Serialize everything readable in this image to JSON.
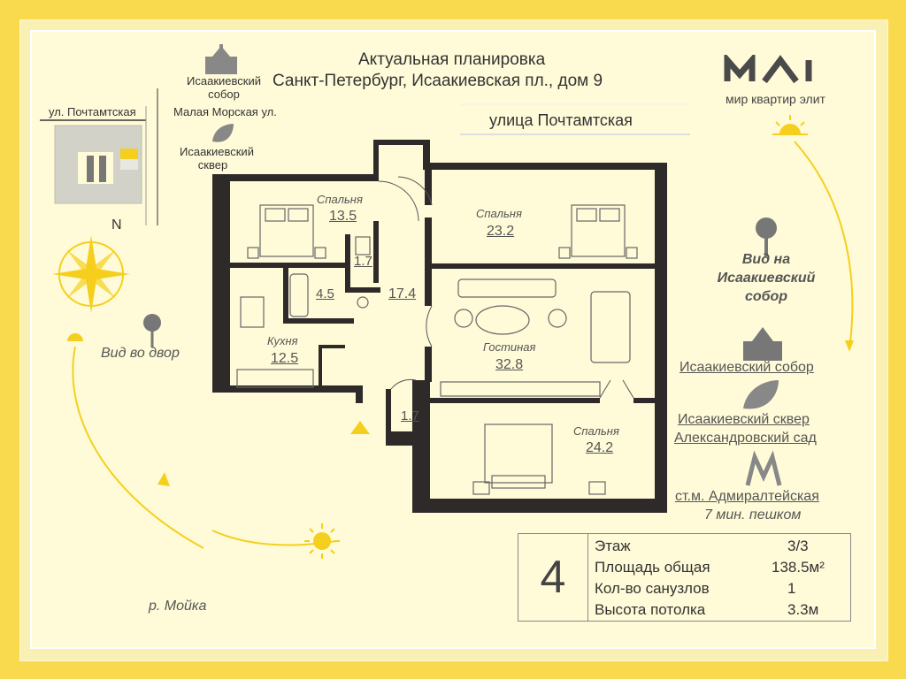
{
  "title": {
    "line1": "Актуальная планировка",
    "line2": "Санкт-Петербург, Исаакиевская пл., дом 9"
  },
  "brand": {
    "name": "мир квартир элит"
  },
  "street_label": "улица Почтамтская",
  "location_map": {
    "street_top": "ул. Почтамтская",
    "landmark_1": "Исаакиевский собор",
    "street_side": "Малая Морская ул.",
    "landmark_2": "Исаакиевский сквер",
    "north": "N"
  },
  "views": {
    "courtyard": "Вид во двор",
    "cathedral": "Вид на Исаакиевский собор",
    "river": "р. Мойка"
  },
  "rooms": [
    {
      "name": "Спальня",
      "area": "13.5"
    },
    {
      "name": "Спальня",
      "area": "23.2"
    },
    {
      "name": "",
      "area": "1.7"
    },
    {
      "name": "",
      "area": "4.5"
    },
    {
      "name": "",
      "area": "17.4"
    },
    {
      "name": "Кухня",
      "area": "12.5"
    },
    {
      "name": "Гостиная",
      "area": "32.8"
    },
    {
      "name": "",
      "area": "1.7"
    },
    {
      "name": "Спальня",
      "area": "24.2"
    }
  ],
  "nearby": [
    {
      "label": "Исаакиевский собор",
      "icon": "cathedral-icon"
    },
    {
      "label": "Исаакиевский сквер",
      "icon": "leaf-icon"
    },
    {
      "label": "Александровский сад",
      "icon": ""
    },
    {
      "label": "ст.м. Адмиралтейская",
      "icon": "metro-icon"
    }
  ],
  "walk_time": "7 мин. пешком",
  "info": {
    "room_count": "4",
    "rows": [
      {
        "label": "Этаж",
        "value": "3/3"
      },
      {
        "label": "Площадь общая",
        "value": "138.5м²"
      },
      {
        "label": "Кол-во санузлов",
        "value": "1"
      },
      {
        "label": "Высота потолка",
        "value": "3.3м"
      }
    ]
  },
  "colors": {
    "background": "#f9d94e",
    "wall": "#2e2a2a",
    "accent": "#f5cf1d"
  }
}
